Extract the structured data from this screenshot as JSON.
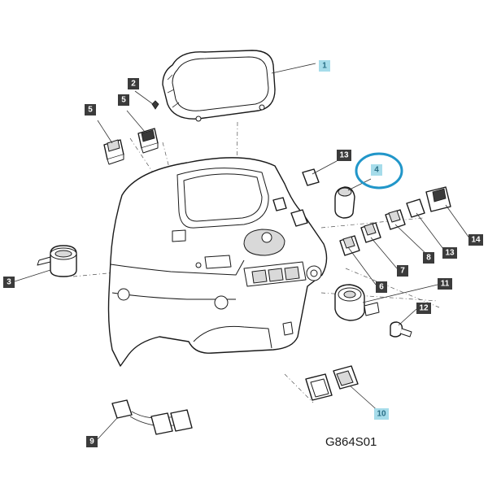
{
  "diagram": {
    "drawing_code": "G864S01",
    "colors": {
      "callout_dark": "#3b3b3b",
      "callout_highlight": "#a6dcea",
      "callout_text_dark": "#ffffff",
      "callout_text_highlight": "#2a6f86",
      "highlight_ring": "#2196c9"
    },
    "callouts": [
      {
        "id": "c1",
        "label": "1",
        "highlight": true
      },
      {
        "id": "c2",
        "label": "2",
        "highlight": false
      },
      {
        "id": "c3",
        "label": "3",
        "highlight": false
      },
      {
        "id": "c4",
        "label": "4",
        "highlight": true
      },
      {
        "id": "c5a",
        "label": "5",
        "highlight": false
      },
      {
        "id": "c5b",
        "label": "5",
        "highlight": false
      },
      {
        "id": "c6",
        "label": "6",
        "highlight": false
      },
      {
        "id": "c7",
        "label": "7",
        "highlight": false
      },
      {
        "id": "c8",
        "label": "8",
        "highlight": false
      },
      {
        "id": "c9",
        "label": "9",
        "highlight": false
      },
      {
        "id": "c10",
        "label": "10",
        "highlight": true
      },
      {
        "id": "c11",
        "label": "11",
        "highlight": false
      },
      {
        "id": "c12",
        "label": "12",
        "highlight": false
      },
      {
        "id": "c13a",
        "label": "13",
        "highlight": false
      },
      {
        "id": "c13b",
        "label": "13",
        "highlight": false
      },
      {
        "id": "c14",
        "label": "14",
        "highlight": false
      }
    ]
  }
}
